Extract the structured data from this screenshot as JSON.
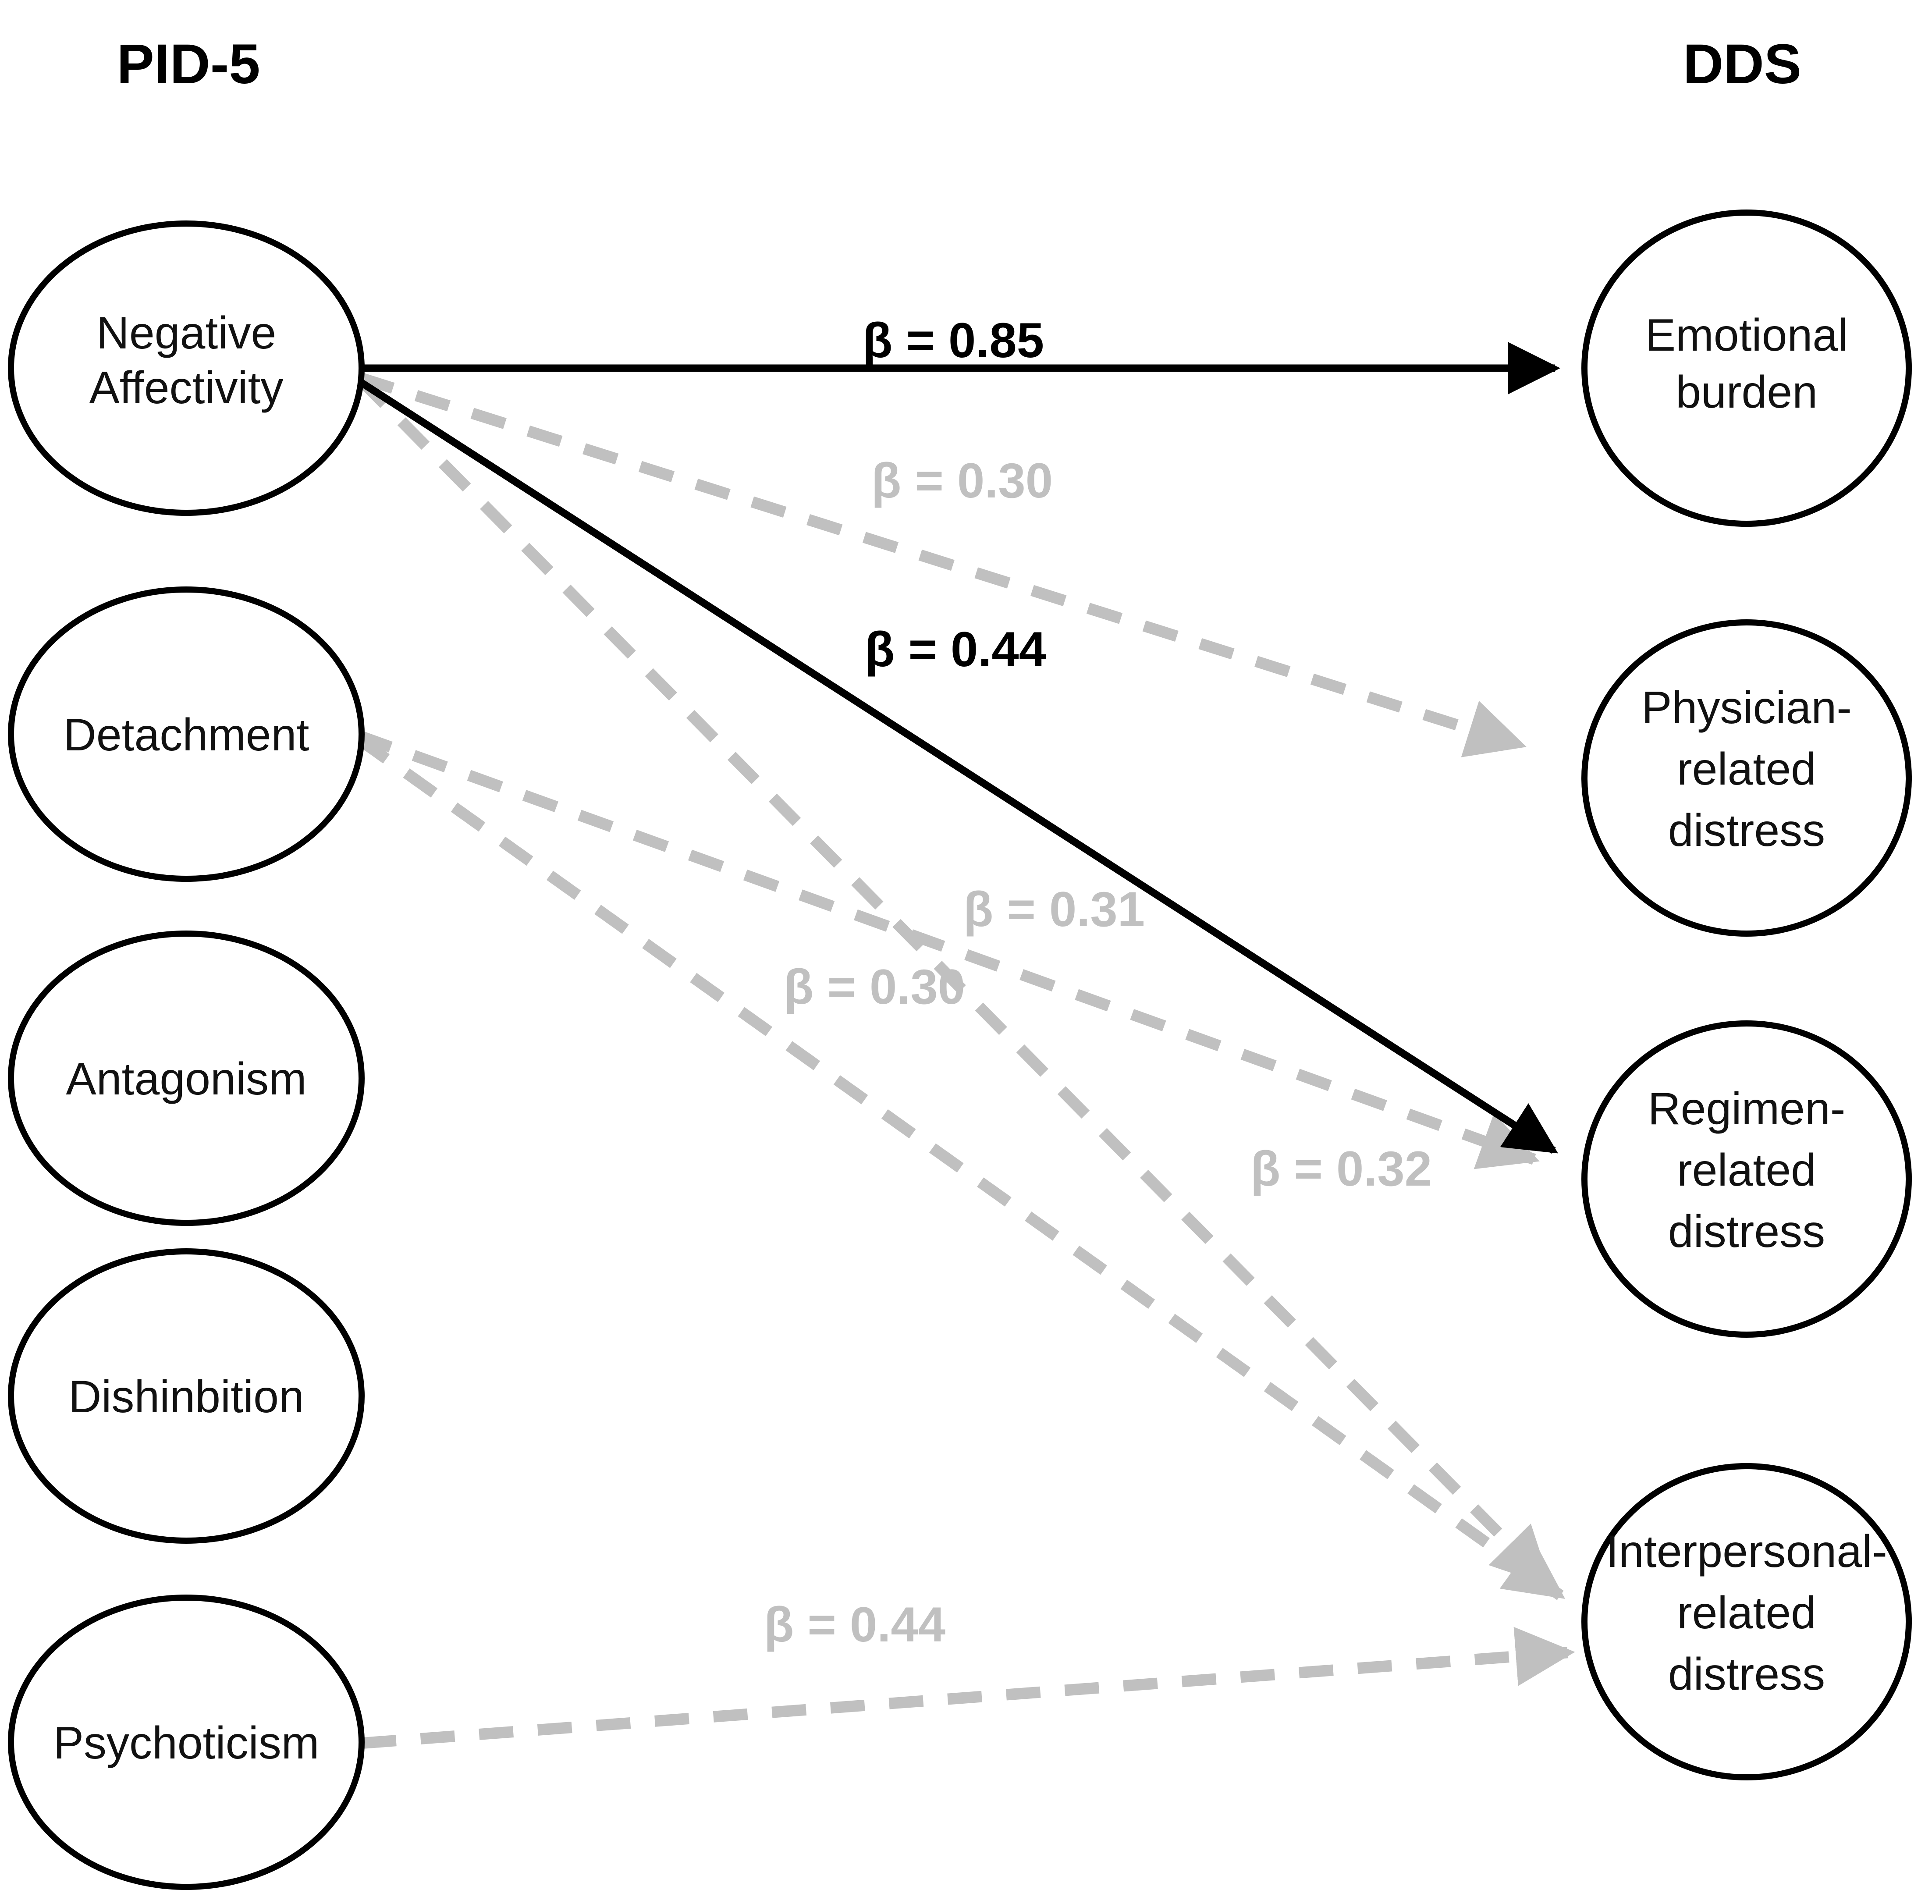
{
  "figure": {
    "type": "path-diagram",
    "background_color": "#ffffff",
    "strong_path_color": "#000000",
    "weak_path_color": "#c0c0c0"
  },
  "columns": {
    "left": {
      "title": "PID-5"
    },
    "right": {
      "title": "DDS"
    }
  },
  "left_nodes": [
    {
      "id": "negative-affectivity",
      "label": "Negative\nAffectivity",
      "lines": [
        "Negative",
        "Affectivity"
      ]
    },
    {
      "id": "detachment",
      "label": "Detachment",
      "lines": [
        "Detachment"
      ]
    },
    {
      "id": "antagonism",
      "label": "Antagonism",
      "lines": [
        "Antagonism"
      ]
    },
    {
      "id": "dishinbition",
      "label": "Dishinbition",
      "lines": [
        "Dishinbition"
      ]
    },
    {
      "id": "psychoticism",
      "label": "Psychoticism",
      "lines": [
        "Psychoticism"
      ]
    }
  ],
  "right_nodes": [
    {
      "id": "emotional-burden",
      "label": "Emotional burden",
      "lines": [
        "Emotional",
        "burden"
      ]
    },
    {
      "id": "physician-related-distress",
      "label": "Physician-related distress",
      "lines": [
        "Physician-",
        "related",
        "distress"
      ]
    },
    {
      "id": "regimen-related-distress",
      "label": "Regimen-related distress",
      "lines": [
        "Regimen-",
        "related",
        "distress"
      ]
    },
    {
      "id": "interpersonal-related-distress",
      "label": "Interpersonal-related distress",
      "lines": [
        "Interpersonal-",
        "related",
        "distress"
      ]
    }
  ],
  "edges": [
    {
      "id": "na-emotional",
      "from": "negative-affectivity",
      "to": "emotional-burden",
      "label": "β = 0.85",
      "beta": 0.85,
      "style": "solid",
      "emphasis": "strong"
    },
    {
      "id": "na-physician",
      "from": "negative-affectivity",
      "to": "physician-related-distress",
      "label": "β = 0.30",
      "beta": 0.3,
      "style": "dashed",
      "emphasis": "weak"
    },
    {
      "id": "na-regimen",
      "from": "negative-affectivity",
      "to": "regimen-related-distress",
      "label": "β = 0.44",
      "beta": 0.44,
      "style": "solid",
      "emphasis": "strong"
    },
    {
      "id": "na-interpersonal",
      "from": "negative-affectivity",
      "to": "interpersonal-related-distress",
      "label": "β = 0.31",
      "beta": 0.31,
      "style": "dashed",
      "emphasis": "weak"
    },
    {
      "id": "det-regimen",
      "from": "detachment",
      "to": "regimen-related-distress",
      "label": "β = 0.32",
      "beta": 0.32,
      "style": "dashed",
      "emphasis": "weak"
    },
    {
      "id": "det-interpersonal",
      "from": "detachment",
      "to": "interpersonal-related-distress",
      "label": "β = 0.30",
      "beta": 0.3,
      "style": "dashed",
      "emphasis": "weak"
    },
    {
      "id": "psy-interpersonal",
      "from": "psychoticism",
      "to": "interpersonal-related-distress",
      "label": "β = 0.44",
      "beta": 0.44,
      "style": "dashed",
      "emphasis": "weak"
    }
  ],
  "chart_data": {
    "type": "diagram",
    "title": "",
    "predictors": [
      "Negative Affectivity",
      "Detachment",
      "Antagonism",
      "Dishinbition",
      "Psychoticism"
    ],
    "outcomes": [
      "Emotional burden",
      "Physician-related distress",
      "Regimen-related distress",
      "Interpersonal-related distress"
    ],
    "paths": [
      {
        "predictor": "Negative Affectivity",
        "outcome": "Emotional burden",
        "beta": 0.85,
        "label": "β = 0.85",
        "emphasis": "strong"
      },
      {
        "predictor": "Negative Affectivity",
        "outcome": "Physician-related distress",
        "beta": 0.3,
        "label": "β = 0.30",
        "emphasis": "weak"
      },
      {
        "predictor": "Negative Affectivity",
        "outcome": "Regimen-related distress",
        "beta": 0.44,
        "label": "β = 0.44",
        "emphasis": "strong"
      },
      {
        "predictor": "Negative Affectivity",
        "outcome": "Interpersonal-related distress",
        "beta": 0.31,
        "label": "β = 0.31",
        "emphasis": "weak"
      },
      {
        "predictor": "Detachment",
        "outcome": "Regimen-related distress",
        "beta": 0.32,
        "label": "β = 0.32",
        "emphasis": "weak"
      },
      {
        "predictor": "Detachment",
        "outcome": "Interpersonal-related distress",
        "beta": 0.3,
        "label": "β = 0.30",
        "emphasis": "weak"
      },
      {
        "predictor": "Psychoticism",
        "outcome": "Interpersonal-related distress",
        "beta": 0.44,
        "label": "β = 0.44",
        "emphasis": "weak"
      }
    ]
  }
}
